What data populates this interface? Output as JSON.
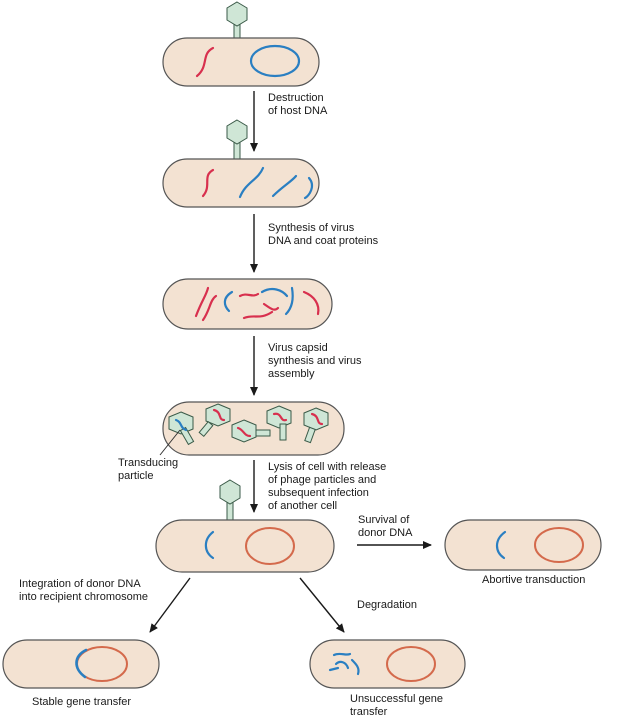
{
  "steps": [
    {
      "label": "Destruction\nof host DNA"
    },
    {
      "label": "Synthesis of virus\nDNA and coat proteins"
    },
    {
      "label": "Virus capsid\nsynthesis and virus\nassembly"
    },
    {
      "label": "Lysis of cell with release\nof phage particles and\nsubsequent infection\nof another cell"
    },
    {
      "label": "Survival of\ndonor DNA"
    },
    {
      "label": "Integration of donor DNA\ninto recipient chromosome"
    },
    {
      "label": "Degradation"
    }
  ],
  "callout": {
    "label": "Transducing\nparticle"
  },
  "outcomes": {
    "abortive": "Abortive transduction",
    "stable": "Stable gene transfer",
    "unsuccessful": "Unsuccessful gene\ntransfer"
  },
  "colors": {
    "cell_fill": "#f3e2d2",
    "cell_stroke": "#555555",
    "host_dna": "#d8304e",
    "virus_dna": "#2a7fc2",
    "chromosome": "#d46a4c",
    "phage_fill": "#cfe6d6",
    "arrow": "#1a1a1a"
  }
}
